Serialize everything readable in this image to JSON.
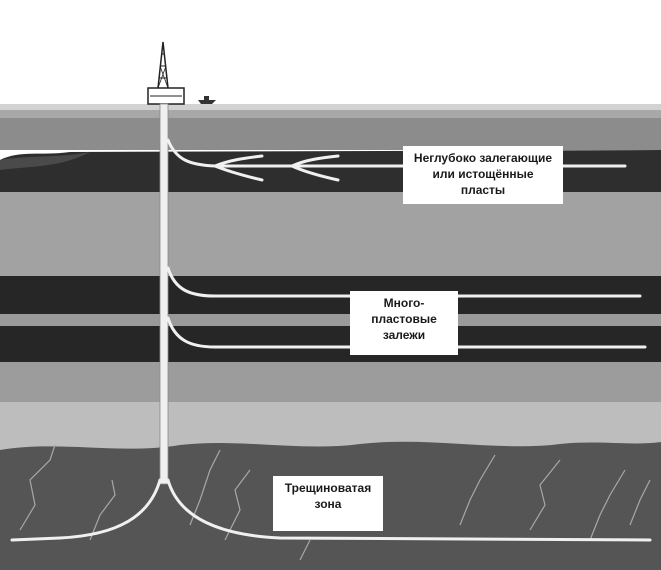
{
  "diagram": {
    "labels": {
      "shallow": {
        "line1": "Неглубоко залегающие",
        "line2": "или истощённые",
        "line3": "пласты"
      },
      "multilayer": {
        "line1": "Много-",
        "line2": "пластовые",
        "line3": "залежи"
      },
      "fractured": {
        "line1": "Трещиноватая",
        "line2": "зона"
      }
    },
    "colors": {
      "sky": "#ffffff",
      "surface": "#8f8f8f",
      "reservoir_dark": "#262626",
      "rock_light": "#b4b4b4",
      "rock_mid": "#9c9c9c",
      "fracture_zone": "#545454",
      "well": "#f0f0f0"
    },
    "icons": [
      "drilling-rig-icon",
      "boat-icon"
    ]
  }
}
